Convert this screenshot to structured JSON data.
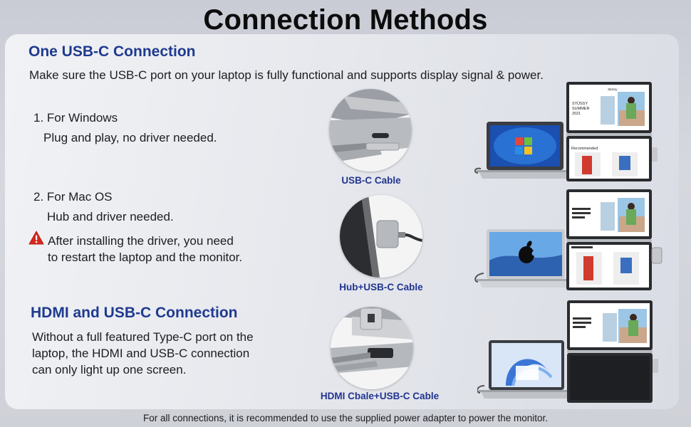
{
  "title": "Connection Methods",
  "usbc_section": {
    "heading": "One USB-C Connection",
    "intro": "Make sure the USB-C port on your laptop is fully functional and supports display signal & power.",
    "windows": {
      "title": "1. For Windows",
      "desc": "Plug and play, no driver needed.",
      "cable_label": "USB-C Cable"
    },
    "mac": {
      "title": "2. For Mac OS",
      "desc": "Hub and driver needed.",
      "warning_line1": "After installing the driver, you need",
      "warning_line2": "to restart the laptop and the monitor.",
      "cable_label": "Hub+USB-C Cable"
    }
  },
  "hdmi_section": {
    "heading": "HDMI and USB-C Connection",
    "desc_line1": "Without a full featured Type-C port on the",
    "desc_line2": "laptop, the HDMI and USB-C connection",
    "desc_line3": "can only light up one screen.",
    "cable_label": "HDMI Cbale+USB-C Cable"
  },
  "screen": {
    "brand": "Stüssy",
    "headline_1": "STÜSSY",
    "headline_2": "SUMMER",
    "headline_3": "2021",
    "recommended": "Recommended"
  },
  "footer": "For all connections, it is recommended to use the supplied power adapter to power the monitor.",
  "colors": {
    "heading_blue": "#1f3a8f",
    "caption_blue": "#22348f",
    "warning_red": "#d7261e"
  },
  "icons": [
    "warning-icon",
    "windows-logo-icon",
    "apple-logo-icon"
  ]
}
